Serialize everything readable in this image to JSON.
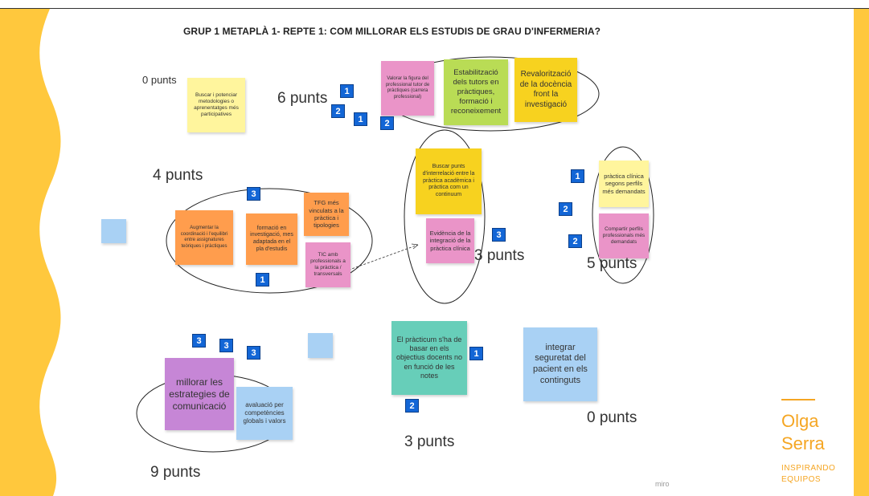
{
  "board": {
    "title": "GRUP 1 METAPLÀ 1- REPTE 1: COM MILLORAR ELS ESTUDIS DE GRAU D'INFERMERIA?",
    "watermark": "miro"
  },
  "colors": {
    "accent": "#ffc83d",
    "logo": "#f5a623",
    "vote_badge": "#1366d6"
  },
  "logo": {
    "line1": "Olga",
    "line2": "Serra",
    "tagline1": "INSPIRANDO",
    "tagline2": "EQUIPOS"
  },
  "points": {
    "p0a": "0 punts",
    "p6": "6 punts",
    "p4": "4 punts",
    "p3a": "3 punts",
    "p5": "5 punts",
    "p9": "9 punts",
    "p3b": "3 punts",
    "p0b": "0 punts"
  },
  "notes": {
    "cercar": "Buscar i potenciar metodologies o aprenentatges més participatives",
    "valorar": "Valorar la figura del professional tutor de pràctiques (carrera professional)",
    "estabilitzacio": "Estabilització dels tutors en pràctiques, formació i reconeixement",
    "revalorit": "Revalorització de la docència front la investigació",
    "buscar_punts": "Buscar punts d'interrelació entre la pràctica acadèmica i pràctica com un continuum",
    "evidencia": "Evidència de la integració de la pràctica clínica",
    "practica": "pràctica clínica segons perfils més demandats",
    "compartir": "Compartir perfils professionals més demandats",
    "augmentar": "Augmentar la coordinació i l'equilibri entre assignatures teòriques i pràctiques",
    "formacio": "formació en investigació, mes adaptada en el pla d'estudis",
    "tfg": "TFG més vinculats a la pràctica i tipologies",
    "tic": "TIC amb professionals a la pràctica / transversals",
    "millorar": "millorar les estrategies de comunicació",
    "avaluacio": "avaluació per competències globals i valors",
    "practicum": "El pràcticum s'ha de basar en els objectius docents no en funció de les notes",
    "integrar": "integrar seguretat del pacient en els continguts"
  },
  "votes": [
    "1",
    "2",
    "1",
    "2",
    "3",
    "1",
    "3",
    "1",
    "2",
    "2",
    "3",
    "3",
    "3",
    "1",
    "2"
  ]
}
